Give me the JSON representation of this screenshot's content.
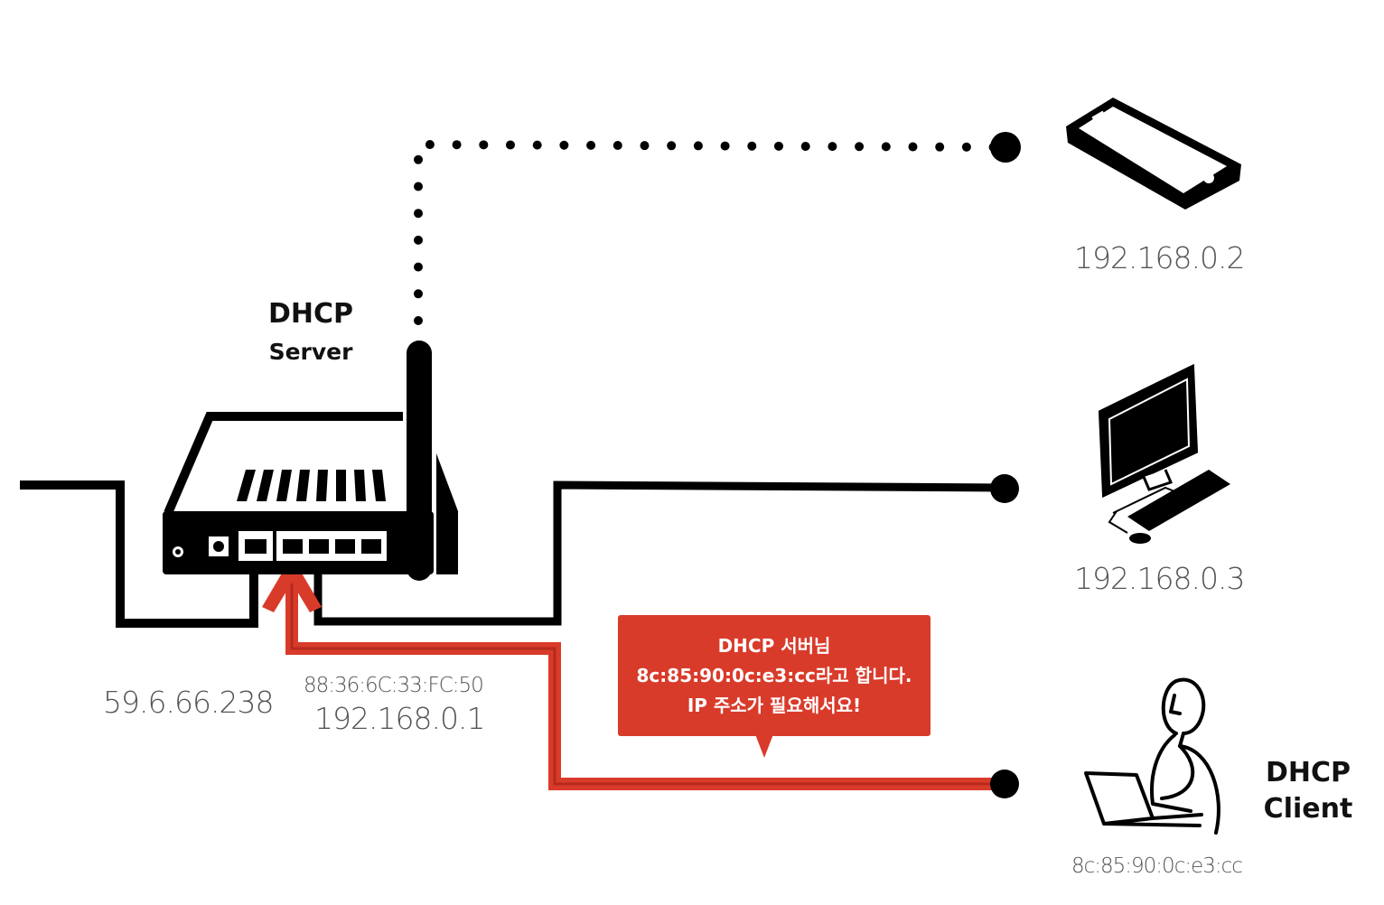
{
  "server": {
    "title_line1": "DHCP",
    "title_line2": "Server",
    "wan_ip": "59.6.66.238",
    "mac": "88:36:6C:33:FC:50",
    "lan_ip": "192.168.0.1"
  },
  "devices": [
    {
      "name": "phone",
      "ip": "192.168.0.2"
    },
    {
      "name": "desktop",
      "ip": "192.168.0.3"
    }
  ],
  "client": {
    "title_line1": "DHCP",
    "title_line2": "Client",
    "mac": "8c:85:90:0c:e3:cc"
  },
  "message": {
    "line1": "DHCP 서버님",
    "line2": "8c:85:90:0c:e3:cc라고 합니다.",
    "line3": "IP 주소가 필요해서요!"
  },
  "colors": {
    "accent": "#d93b2b",
    "line": "#000000",
    "ip_text": "#555555"
  }
}
